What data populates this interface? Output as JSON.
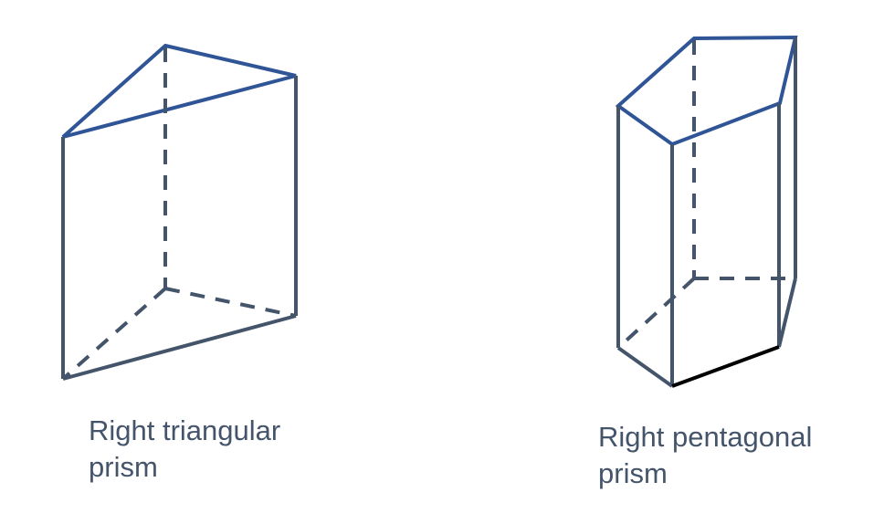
{
  "shapes": [
    {
      "name": "triangular",
      "label_line1": "Right triangular",
      "label_line2": "prism"
    },
    {
      "name": "pentagonal",
      "label_line1": "Right pentagonal",
      "label_line2": "prism"
    }
  ],
  "colors": {
    "top_edges": "#2F5597",
    "side_edges": "#44546A",
    "highlight_edge": "#000000"
  }
}
